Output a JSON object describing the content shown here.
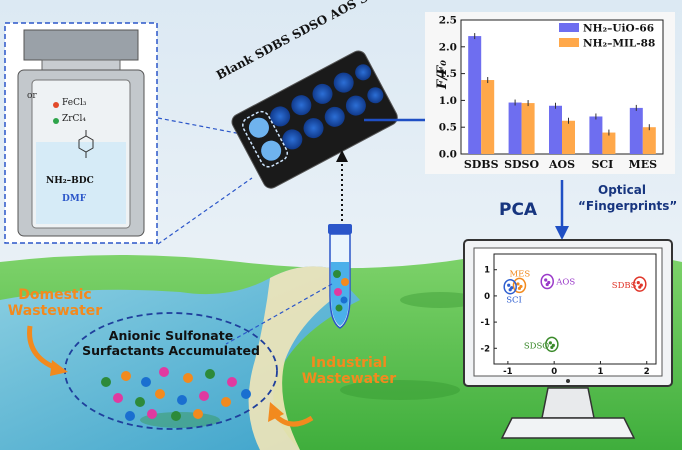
{
  "reactor": {
    "reagent_or": "or",
    "reagent_1": "FeCl₃",
    "reagent_2": "ZrCl₄",
    "linker": "NH₂–BDC",
    "solvent": "DMF"
  },
  "plate": {
    "column_labels": "Blank SDBS SDSO AOS SCI MES"
  },
  "bar_chart": {
    "chart_data": {
      "type": "bar",
      "categories": [
        "SDBS",
        "SDSO",
        "AOS",
        "SCI",
        "MES"
      ],
      "series": [
        {
          "name": "NH₂–UiO-66",
          "values": [
            2.2,
            0.96,
            0.9,
            0.7,
            0.86
          ],
          "color": "#6e6ef0"
        },
        {
          "name": "NH₂–MIL-88",
          "values": [
            1.38,
            0.95,
            0.62,
            0.4,
            0.5
          ],
          "color": "#ffa84a"
        }
      ],
      "ylabel": "F/F₀",
      "ylim": [
        0.0,
        2.5
      ],
      "yticks": [
        "0.0",
        "0.5",
        "1.0",
        "1.5",
        "2.0",
        "2.5"
      ],
      "legend_position": "top-right"
    }
  },
  "flow": {
    "pca_label": "PCA",
    "fingerprint_line1": "Optical",
    "fingerprint_line2": "“Fingerprints”"
  },
  "pca_plot": {
    "chart_data": {
      "type": "scatter",
      "xlim": [
        -1.3,
        2.2
      ],
      "ylim": [
        -2.6,
        1.6
      ],
      "xticks": [
        "-1",
        "0",
        "1",
        "2"
      ],
      "yticks": [
        "1",
        "0",
        "-1",
        "-2"
      ],
      "clusters": [
        {
          "name": "MES",
          "x": -0.75,
          "y": 0.4,
          "color": "#f28a1e"
        },
        {
          "name": "SCI",
          "x": -0.95,
          "y": 0.35,
          "color": "#2f5fd0"
        },
        {
          "name": "AOS",
          "x": -0.15,
          "y": 0.55,
          "color": "#9a39c9"
        },
        {
          "name": "SDBS",
          "x": 1.85,
          "y": 0.45,
          "color": "#e0362a"
        },
        {
          "name": "SDSO",
          "x": -0.05,
          "y": -1.85,
          "color": "#3a8a2a"
        }
      ]
    }
  },
  "landscape": {
    "domestic_line1": "Domestic",
    "domestic_line2": "Wastewater",
    "surfactant_line1": "Anionic Sulfonate",
    "surfactant_line2": "Surfactants Accumulated",
    "industrial_line1": "Industrial",
    "industrial_line2": "Wastewater"
  }
}
